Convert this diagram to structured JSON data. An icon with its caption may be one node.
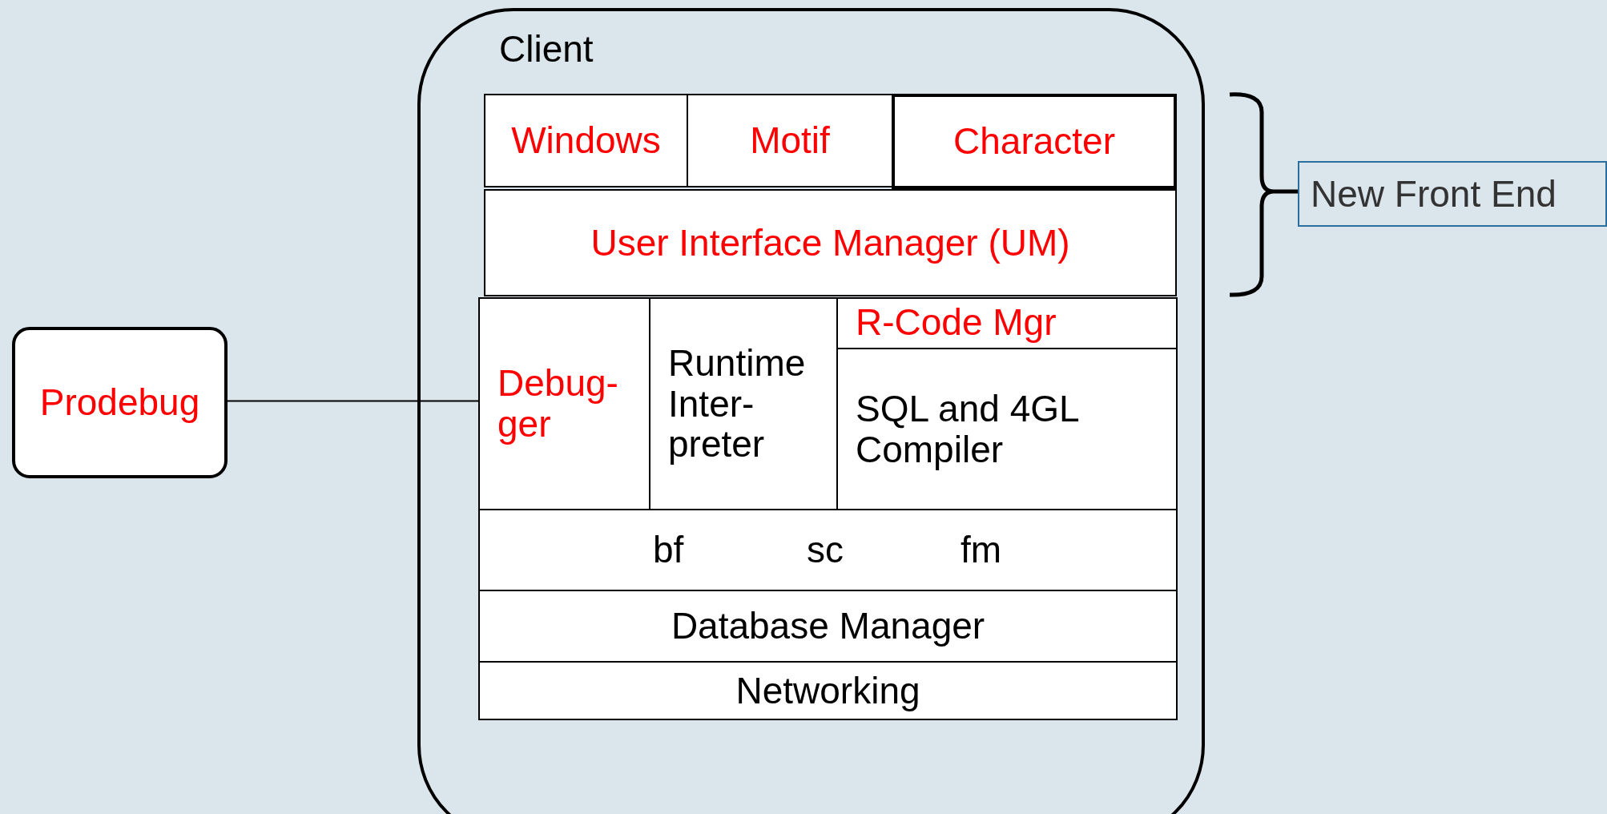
{
  "diagram": {
    "nodes": [
      {
        "text": [
          "Client"
        ]
      },
      {
        "text": [
          "Windows"
        ],
        "in": 0
      },
      {
        "text": [
          "Motif"
        ],
        "in": 0
      },
      {
        "text": [
          "Character"
        ],
        "in": 0
      },
      {
        "text": [
          "User Interface Manager (UM)"
        ],
        "in": 0
      },
      {
        "text": [
          "Debug- ger"
        ],
        "in": 0
      },
      {
        "text": [
          "Runtime Inter- preter"
        ],
        "in": 0
      },
      {
        "text": [
          "R-Code Mgr"
        ],
        "in": 0
      },
      {
        "text": [
          "SQL and 4GL Compiler"
        ],
        "in": 0
      },
      {
        "text": [
          "bf",
          "sc",
          "fm"
        ],
        "in": 0
      },
      {
        "text": [
          "Database Manager"
        ],
        "in": 0
      },
      {
        "text": [
          "Networking"
        ],
        "in": 0
      },
      {
        "text": [
          "New Front End"
        ]
      },
      {
        "text": [
          "Prodebug"
        ]
      }
    ],
    "edges": [
      {
        "from": 13,
        "to": 5,
        "arrow": "none"
      }
    ]
  }
}
